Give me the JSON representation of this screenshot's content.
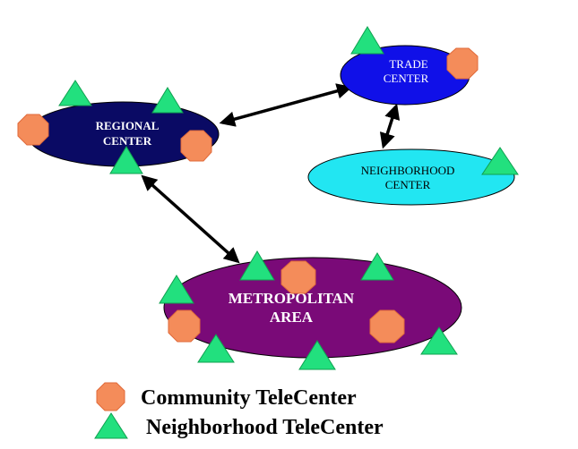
{
  "colors": {
    "community_octagon": "#F48C5A",
    "neighborhood_triangle": "#22E07E",
    "regional_fill": "#0A0A64",
    "trade_fill": "#1010E8",
    "neighborhood_fill": "#22E6F2",
    "metro_fill": "#7A0A78",
    "edge": "#000000"
  },
  "nodes": {
    "regional": {
      "line1": "REGIONAL",
      "line2": "CENTER"
    },
    "trade": {
      "line1": "TRADE",
      "line2": "CENTER"
    },
    "neighborhood": {
      "line1": "NEIGHBORHOOD",
      "line2": "CENTER"
    },
    "metro": {
      "line1": "METROPOLITAN",
      "line2": "AREA"
    }
  },
  "edges": [
    {
      "from": "regional",
      "to": "trade",
      "bidirectional": true
    },
    {
      "from": "trade",
      "to": "neighborhood",
      "bidirectional": true
    },
    {
      "from": "regional",
      "to": "metro",
      "bidirectional": true
    }
  ],
  "legend": {
    "community": {
      "icon": "octagon-icon",
      "label": "Community TeleCenter"
    },
    "neighborhood": {
      "icon": "triangle-icon",
      "label": "Neighborhood TeleCenter"
    }
  }
}
